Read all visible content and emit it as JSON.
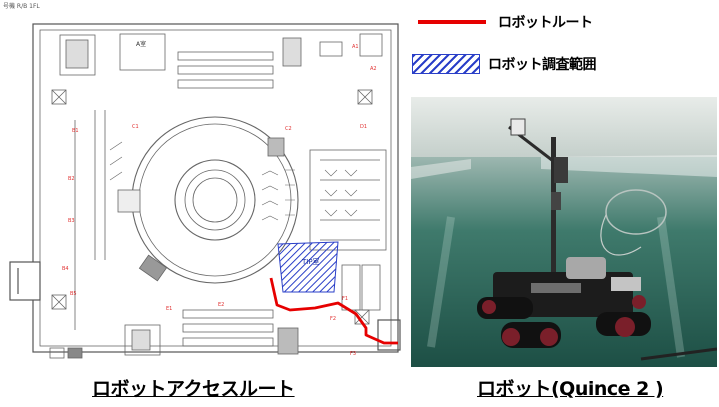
{
  "plan": {
    "header": "号機 R/B 1FL",
    "room_label": "A室",
    "survey_label": "TIP室"
  },
  "legend": {
    "route_label": "ロボットルート",
    "survey_label": "ロボット調査範囲"
  },
  "captions": {
    "route_caption": "ロボットアクセスルート",
    "robot_caption": "ロボット(Quince 2 )"
  },
  "colors": {
    "route": "#e60000",
    "survey_hatch": "#2a3fc8",
    "floor": "#1f5a50"
  }
}
